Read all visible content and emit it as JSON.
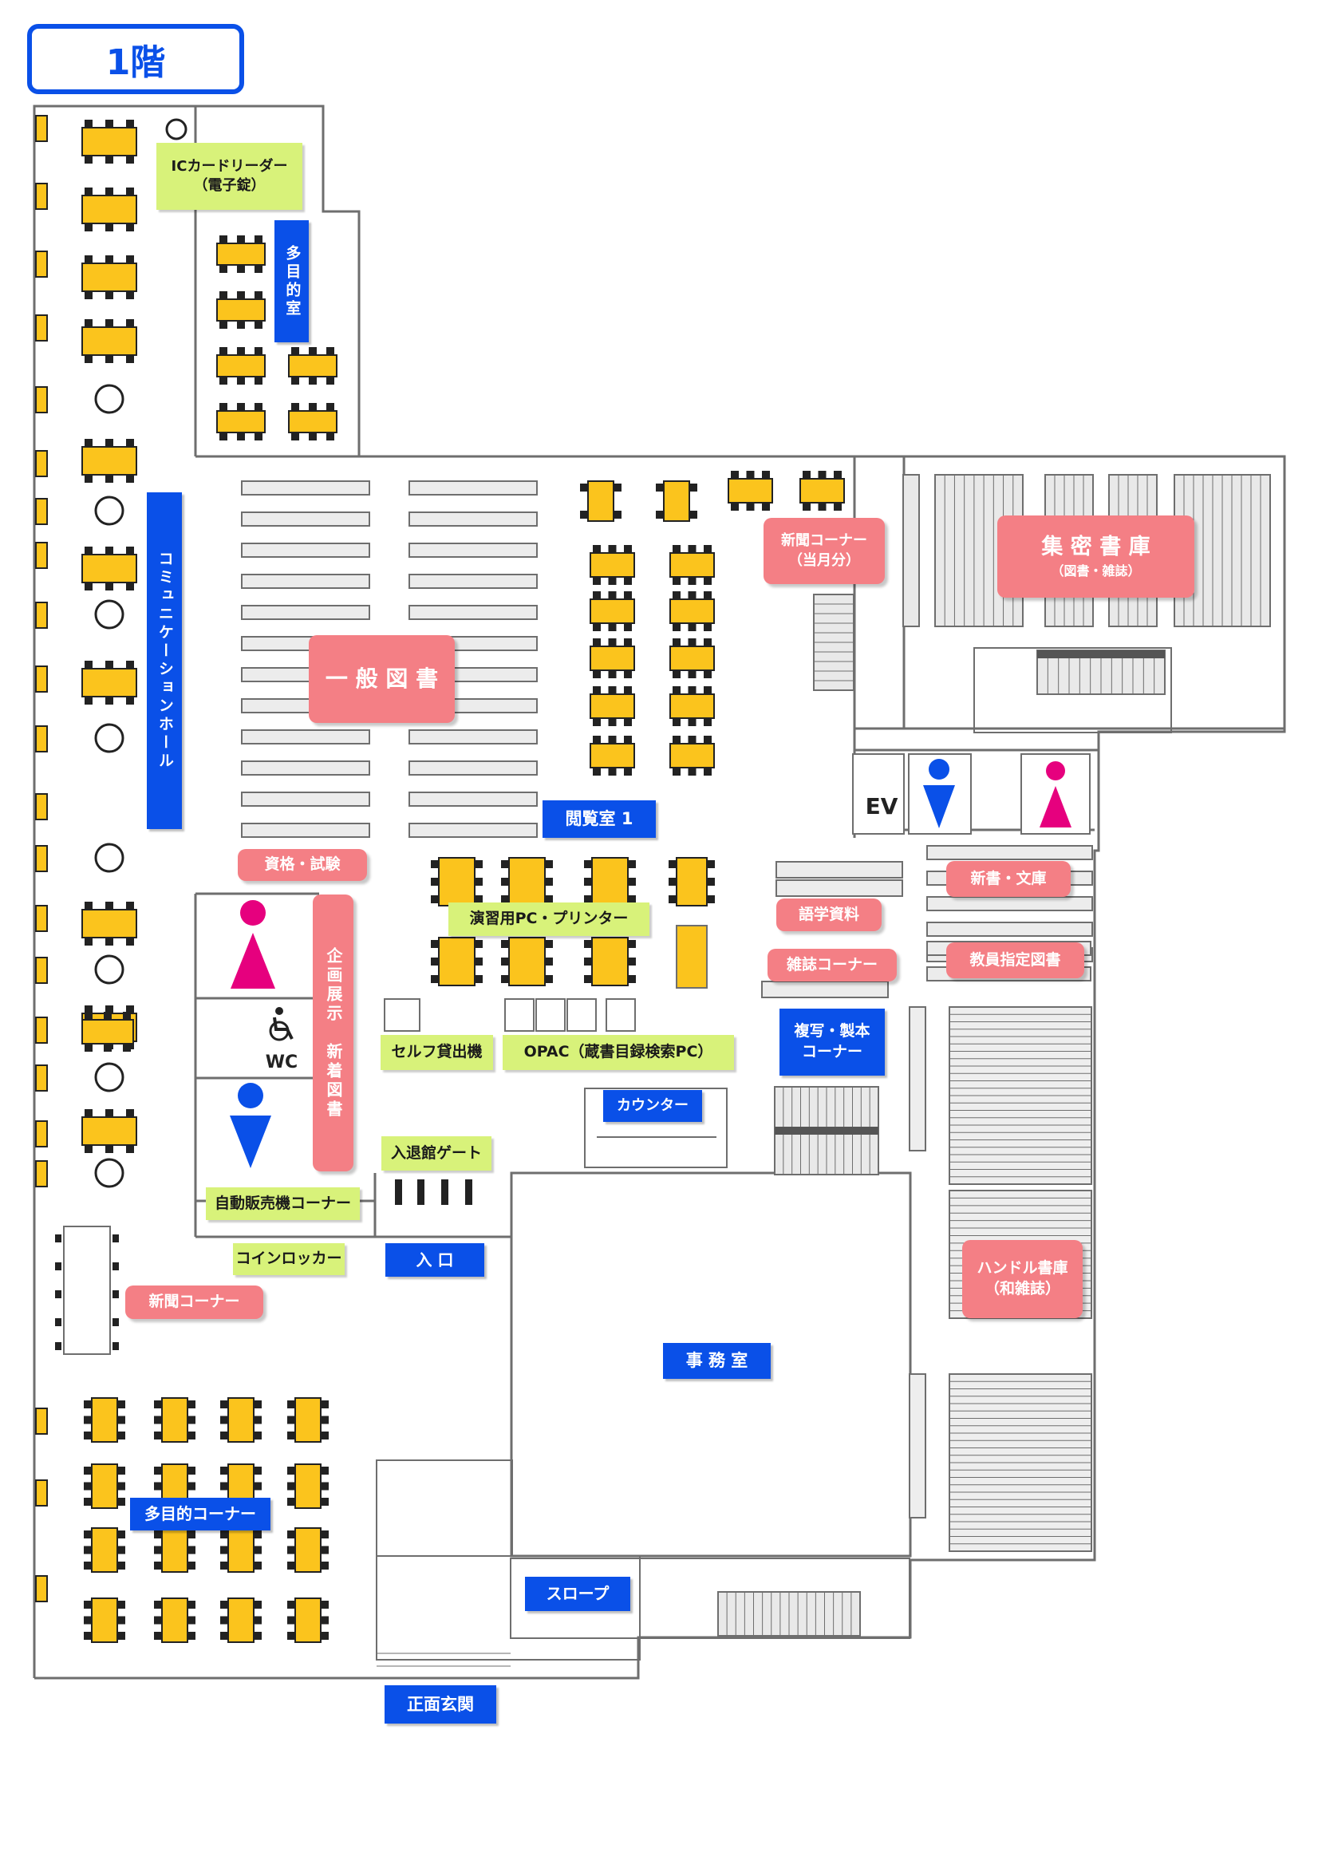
{
  "floor": {
    "title": "1階"
  },
  "colors": {
    "blue": "#0a50e8",
    "green": "#d8f27a",
    "pink": "#f47f85",
    "table": "#fbc41d",
    "wall": "#6e6e6e",
    "female": "#e6007e",
    "male": "#0a50e8"
  },
  "areas": {
    "ic_reader": "ICカードリーダー\n（電子錠）",
    "multipurpose_room": "多目的室",
    "communication_hall": "コミュニケーションホール",
    "newspaper_current": "新聞コーナー\n（当月分）",
    "closed_stacks": "集 密 書 庫",
    "closed_stacks_sub": "（図書・雑誌）",
    "general_books": "一 般 図 書",
    "reading_room": "閲覧室 1",
    "elevator": "EV",
    "qualification": "資格・試験",
    "exhibition": "企画展示　新着図書",
    "practice_pc": "演習用PC・プリンター",
    "language_materials": "語学資料",
    "new_books": "新書・文庫",
    "magazine_corner": "雑誌コーナー",
    "faculty_books": "教員指定図書",
    "wc": "WC",
    "self_checkout": "セルフ貸出機",
    "opac": "OPAC（蔵書目録検索PC）",
    "copy_binding": "複写・製本\nコーナー",
    "counter": "カウンター",
    "gate": "入退館ゲート",
    "vending": "自動販売機コーナー",
    "handle_stacks": "ハンドル書庫\n（和雑誌）",
    "coin_locker": "コインロッカー",
    "entrance": "入 口",
    "newspaper": "新聞コーナー",
    "office": "事 務 室",
    "multipurpose_corner": "多目的コーナー",
    "slope": "スロープ",
    "front_entrance": "正面玄関"
  }
}
